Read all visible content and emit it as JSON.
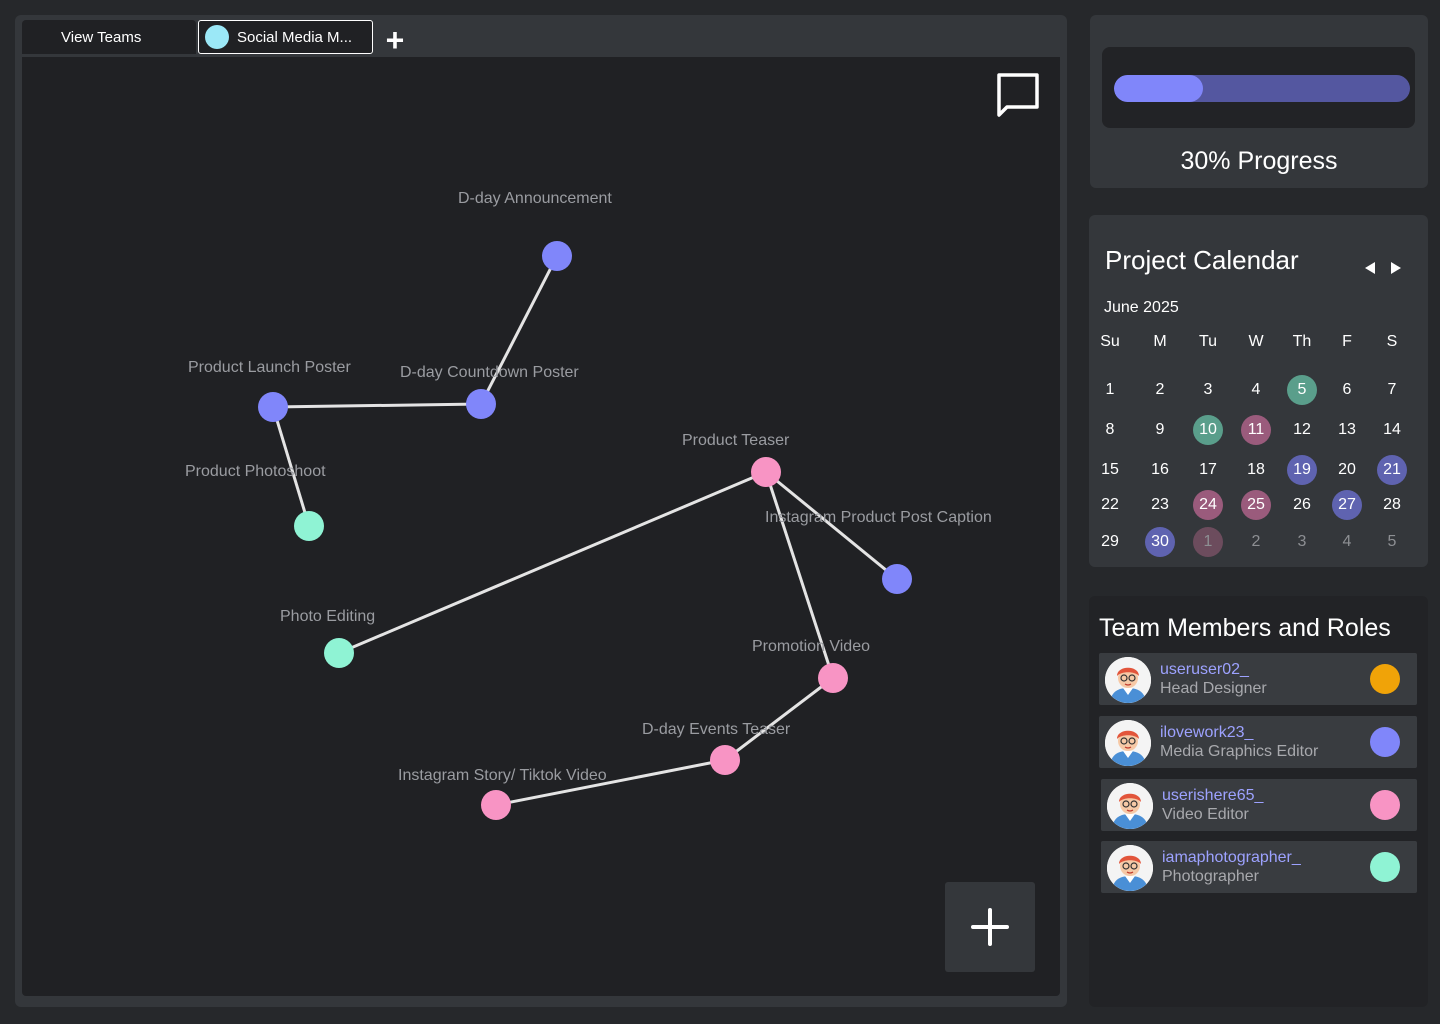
{
  "tabs": {
    "view_teams": "View Teams",
    "current": {
      "label": "Social Media M...",
      "color": "#9be8f7"
    },
    "add_label": "+"
  },
  "graph": {
    "edge_color": "#e4e4e4",
    "nodes": [
      {
        "id": "dday-announcement",
        "label": "D-day Announcement",
        "color": "#8086fa"
      },
      {
        "id": "product-launch-poster",
        "label": "Product Launch Poster",
        "color": "#8086fa"
      },
      {
        "id": "dday-countdown-poster",
        "label": "D-day Countdown Poster",
        "color": "#8086fa"
      },
      {
        "id": "product-photoshoot",
        "label": "Product Photoshoot",
        "color": "#8ff3d4"
      },
      {
        "id": "product-teaser",
        "label": "Product Teaser",
        "color": "#f894c4"
      },
      {
        "id": "instagram-product-post-caption",
        "label": "Instagram Product Post Caption",
        "color": "#8086fa"
      },
      {
        "id": "photo-editing",
        "label": "Photo Editing",
        "color": "#8ff3d4"
      },
      {
        "id": "promotion-video",
        "label": "Promotion Video",
        "color": "#f894c4"
      },
      {
        "id": "dday-events-teaser",
        "label": "D-day Events Teaser",
        "color": "#f894c4"
      },
      {
        "id": "instagram-story-tiktok-video",
        "label": "Instagram Story/ Tiktok Video",
        "color": "#f894c4"
      }
    ],
    "edges": [
      [
        "dday-announcement",
        "dday-countdown-poster"
      ],
      [
        "product-launch-poster",
        "dday-countdown-poster"
      ],
      [
        "product-launch-poster",
        "product-photoshoot"
      ],
      [
        "product-teaser",
        "photo-editing"
      ],
      [
        "product-teaser",
        "instagram-product-post-caption"
      ],
      [
        "product-teaser",
        "promotion-video"
      ],
      [
        "promotion-video",
        "dday-events-teaser"
      ],
      [
        "dday-events-teaser",
        "instagram-story-tiktok-video"
      ]
    ]
  },
  "progress": {
    "value": 0.3,
    "label": "30% Progress",
    "fill_color": "#8086fa",
    "track_color": "#5457a0"
  },
  "calendar": {
    "title": "Project Calendar",
    "month": "June 2025",
    "weekdays": [
      "Su",
      "M",
      "Tu",
      "W",
      "Th",
      "F",
      "S"
    ],
    "weeks": [
      [
        {
          "d": "1"
        },
        {
          "d": "2"
        },
        {
          "d": "3"
        },
        {
          "d": "4"
        },
        {
          "d": "5",
          "hl": "#5a9e8b"
        },
        {
          "d": "6"
        },
        {
          "d": "7"
        }
      ],
      [
        {
          "d": "8"
        },
        {
          "d": "9"
        },
        {
          "d": "10",
          "hl": "#5a9e8b"
        },
        {
          "d": "11",
          "hl": "#9a5b7c"
        },
        {
          "d": "12"
        },
        {
          "d": "13"
        },
        {
          "d": "14"
        }
      ],
      [
        {
          "d": "15"
        },
        {
          "d": "16"
        },
        {
          "d": "17"
        },
        {
          "d": "18"
        },
        {
          "d": "19",
          "hl": "#5f63b0"
        },
        {
          "d": "20"
        },
        {
          "d": "21",
          "hl": "#5f63b0"
        }
      ],
      [
        {
          "d": "22"
        },
        {
          "d": "23"
        },
        {
          "d": "24",
          "hl": "#9a5b7c"
        },
        {
          "d": "25",
          "hl": "#9a5b7c"
        },
        {
          "d": "26"
        },
        {
          "d": "27",
          "hl": "#5f63b0"
        },
        {
          "d": "28"
        }
      ],
      [
        {
          "d": "29"
        },
        {
          "d": "30",
          "hl": "#5f63b0"
        },
        {
          "d": "1",
          "hl": "#6c4c5d",
          "muted": true
        },
        {
          "d": "2",
          "muted": true
        },
        {
          "d": "3",
          "muted": true
        },
        {
          "d": "4",
          "muted": true
        },
        {
          "d": "5",
          "muted": true
        }
      ]
    ]
  },
  "team": {
    "title": "Team Members and Roles",
    "members": [
      {
        "username": "useruser02_",
        "role": "Head Designer",
        "color": "#f0a308"
      },
      {
        "username": "ilovework23_",
        "role": "Media Graphics Editor",
        "color": "#8086fa"
      },
      {
        "username": "userishere65_",
        "role": "Video Editor",
        "color": "#f894c4"
      },
      {
        "username": "iamaphotographer_",
        "role": "Photographer",
        "color": "#8ff3d4"
      }
    ]
  }
}
